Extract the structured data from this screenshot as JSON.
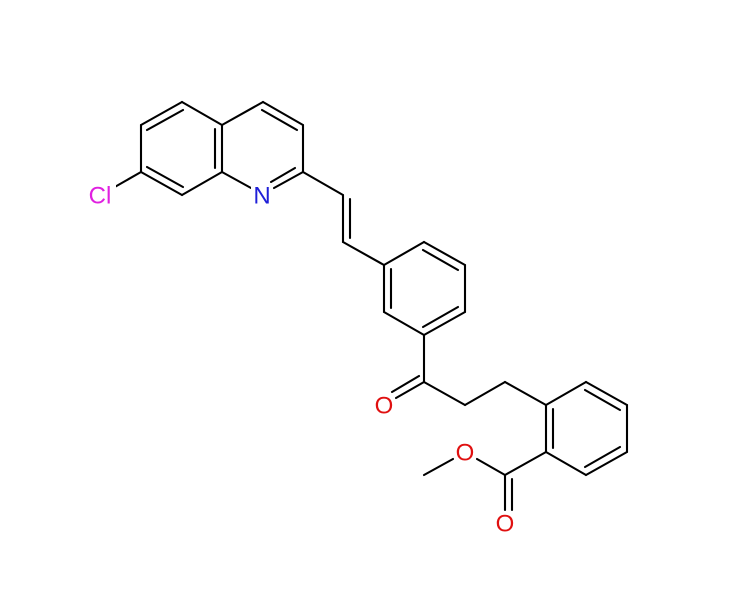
{
  "diagram": {
    "atoms": {
      "chlorine": {
        "text": "Cl",
        "color": "#e020e0"
      },
      "nitrogen": {
        "text": "N",
        "color": "#1f1fd8"
      },
      "ketone_oxygen": {
        "text": "O",
        "color": "#e01010"
      },
      "ester_oxygen": {
        "text": "O",
        "color": "#e01010"
      },
      "carbonyl_oxygen": {
        "text": "O",
        "color": "#e01010"
      }
    },
    "bond_color": "#000000",
    "background": "#ffffff"
  }
}
